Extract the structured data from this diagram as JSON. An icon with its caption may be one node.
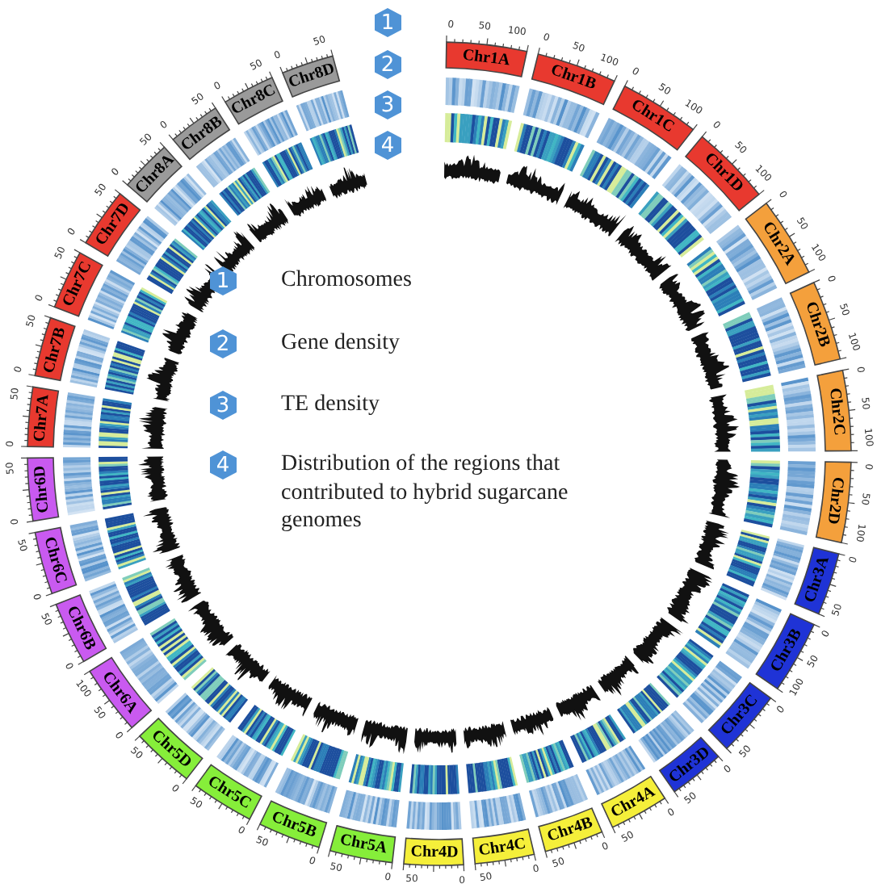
{
  "diagram": {
    "nodes": [
      {
        "text": [
          "1"
        ]
      },
      {
        "text": [
          "2"
        ]
      },
      {
        "text": [
          "3"
        ]
      },
      {
        "text": [
          "4"
        ]
      },
      {
        "text": [
          "Chr1A"
        ],
        "beside": [
          "0",
          "50",
          "100"
        ]
      },
      {
        "text": [
          "Chr1B"
        ],
        "beside": [
          "0",
          "50",
          "100"
        ]
      },
      {
        "text": [
          "Chr1C"
        ],
        "beside": [
          "0",
          "50",
          "100"
        ]
      },
      {
        "text": [
          "Chr1D"
        ],
        "beside": [
          "0",
          "50",
          "100"
        ]
      },
      {
        "text": [
          "Chr2A"
        ],
        "beside": [
          "0",
          "50",
          "100"
        ]
      },
      {
        "text": [
          "Chr2B"
        ],
        "beside": [
          "0",
          "50",
          "100"
        ]
      },
      {
        "text": [
          "Chr2C"
        ],
        "beside": [
          "0",
          "50",
          "100"
        ]
      },
      {
        "text": [
          "Chr2D"
        ],
        "beside": [
          "0",
          "50",
          "100"
        ]
      },
      {
        "text": [
          "Chr3A"
        ],
        "beside": [
          "0",
          "50"
        ]
      },
      {
        "text": [
          "Chr3B"
        ],
        "beside": [
          "0",
          "50",
          "100"
        ]
      },
      {
        "text": [
          "Chr3C"
        ],
        "beside": [
          "0",
          "50"
        ]
      },
      {
        "text": [
          "Chr3D"
        ],
        "beside": [
          "0",
          "50"
        ]
      },
      {
        "text": [
          "Chr4A"
        ],
        "beside": [
          "0",
          "50"
        ]
      },
      {
        "text": [
          "Chr4B"
        ],
        "beside": [
          "0",
          "50"
        ]
      },
      {
        "text": [
          "Chr4C"
        ],
        "beside": [
          "0",
          "50"
        ]
      },
      {
        "text": [
          "Chr4D"
        ],
        "beside": [
          "0",
          "50"
        ]
      },
      {
        "text": [
          "Chr5A"
        ],
        "beside": [
          "0",
          "50"
        ]
      },
      {
        "text": [
          "Chr5B"
        ],
        "beside": [
          "0",
          "50"
        ]
      },
      {
        "text": [
          "Chr5C"
        ],
        "beside": [
          "0",
          "50"
        ]
      },
      {
        "text": [
          "Chr5D"
        ],
        "beside": [
          "0",
          "50"
        ]
      },
      {
        "text": [
          "Chr6A"
        ],
        "beside": [
          "0",
          "50",
          "100"
        ]
      },
      {
        "text": [
          "Chr6B"
        ],
        "beside": [
          "0",
          "50"
        ]
      },
      {
        "text": [
          "Chr6C"
        ],
        "beside": [
          "0",
          "50"
        ]
      },
      {
        "text": [
          "Chr6D"
        ],
        "beside": [
          "0",
          "50"
        ]
      },
      {
        "text": [
          "Chr7A"
        ],
        "beside": [
          "0",
          "50"
        ]
      },
      {
        "text": [
          "Chr7B"
        ],
        "beside": [
          "0",
          "50"
        ]
      },
      {
        "text": [
          "Chr7C"
        ],
        "beside": [
          "0",
          "50"
        ]
      },
      {
        "text": [
          "Chr7D"
        ],
        "beside": [
          "0",
          "50"
        ]
      },
      {
        "text": [
          "Chr8A"
        ],
        "beside": [
          "0",
          "50"
        ]
      },
      {
        "text": [
          "Chr8B"
        ],
        "beside": [
          "0",
          "50"
        ]
      },
      {
        "text": [
          "Chr8C"
        ],
        "beside": [
          "0",
          "50"
        ]
      },
      {
        "text": [
          "Chr8D"
        ],
        "beside": [
          "0",
          "50"
        ]
      },
      {
        "text": [
          "1"
        ],
        "beside": [
          "Chromosomes"
        ]
      },
      {
        "text": [
          "2"
        ],
        "beside": [
          "Gene density"
        ]
      },
      {
        "text": [
          "3"
        ],
        "beside": [
          "TE density"
        ]
      },
      {
        "text": [
          "4"
        ],
        "beside": [
          "Distribution of the regions that contributed to hybrid sugarcane genomes"
        ]
      }
    ]
  }
}
